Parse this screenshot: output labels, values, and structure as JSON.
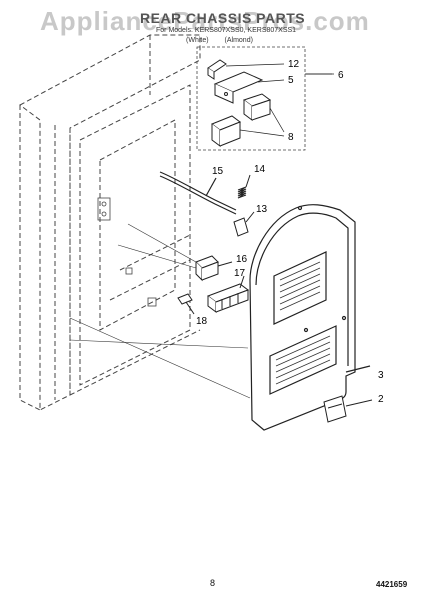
{
  "header": {
    "watermark": "AppliancePartsPros.com",
    "title": "REAR CHASSIS PARTS",
    "subtitle": "For Models: KERS807XSS0, KERS807XSS1",
    "variants": [
      "(White)",
      "(Almond)"
    ]
  },
  "callouts": {
    "c12": "12",
    "c5": "5",
    "c6": "6",
    "c8": "8",
    "c15": "15",
    "c14": "14",
    "c13": "13",
    "c16": "16",
    "c17": "17",
    "c18": "18",
    "c3": "3",
    "c2": "2"
  },
  "footer": {
    "page_number": "8",
    "document_number": "4421659"
  }
}
